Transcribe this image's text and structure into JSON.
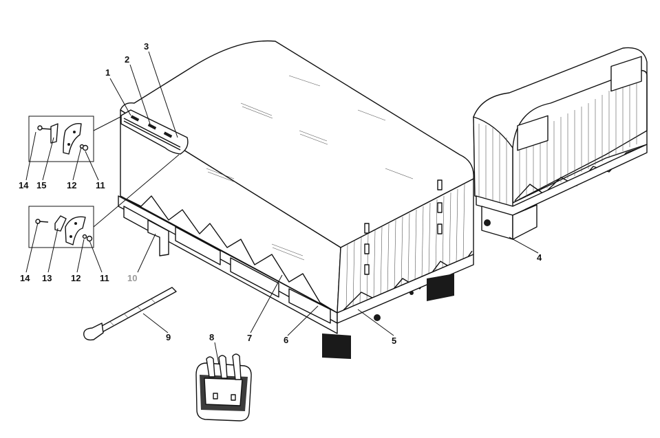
{
  "diagram": {
    "callouts": [
      "1",
      "2",
      "3",
      "4",
      "5",
      "6",
      "7",
      "8",
      "9",
      "10",
      "11",
      "11",
      "12",
      "12",
      "13",
      "14",
      "14",
      "15"
    ],
    "colors": {
      "ink": "#111111",
      "paper": "#ffffff",
      "muted_label": "#9a9a9a"
    }
  }
}
